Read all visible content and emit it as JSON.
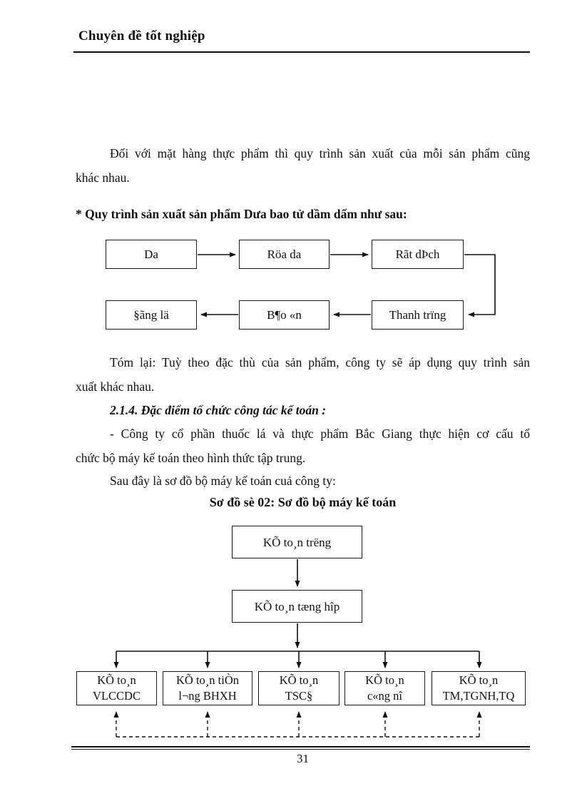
{
  "page": {
    "header_title": "Chuyên đề tốt nghiệp",
    "page_number": "31"
  },
  "text": {
    "p1_line1": "Đối với mặt hàng thực phẩm thì quy trình sản xuất của mỗi sản phẩm cũng",
    "p1_line2": "khác nhau.",
    "process_heading": "* Quy trình sản xuất sản phẩm Dưa bao tử dầm dấm như sau:",
    "p2_line1": "Tóm lại:  Tuỳ theo đặc thù của sản phẩm, công ty sẽ áp dụng quy trình sản",
    "p2_line2": "xuất khác nhau.",
    "section_heading": "2.1.4. Đặc điểm tổ chức công tác kế toán :",
    "p3_line1": "- Công ty cổ phần thuốc lá và thực phẩm Bắc Giang thực hiện cơ cấu tổ",
    "p3_line2": "chức bộ máy kế toán theo hình thức tập trung.",
    "p4": "Sau đây là sơ đồ bộ máy kế toán cuả công ty:",
    "diagram_title": "Sơ đồ sè 02: Sơ đồ bộ máy kế toán"
  },
  "flowchart_production": {
    "boxes": [
      {
        "label": "Da"
      },
      {
        "label": "Röa da"
      },
      {
        "label": "Rãt dÞch"
      },
      {
        "label": "§ãng lä"
      },
      {
        "label": "B¶o «n"
      },
      {
        "label": "Thanh trïng"
      }
    ]
  },
  "flowchart_accounting": {
    "chief": "KÕ to¸n trëng",
    "general": "KÕ to¸n tæng hîp",
    "departments": [
      {
        "label": "KÕ to¸n\nVLCCDC"
      },
      {
        "label": "KÕ to¸n tiÒn\nl¬ng  BHXH"
      },
      {
        "label": "KÕ to¸n\nTSC§"
      },
      {
        "label": "KÕ to¸n\nc«ng nî"
      },
      {
        "label": "KÕ to¸n\nTM,TGNH,TQ"
      }
    ]
  },
  "colors": {
    "ink": "#111111",
    "paper": "#ffffff"
  }
}
